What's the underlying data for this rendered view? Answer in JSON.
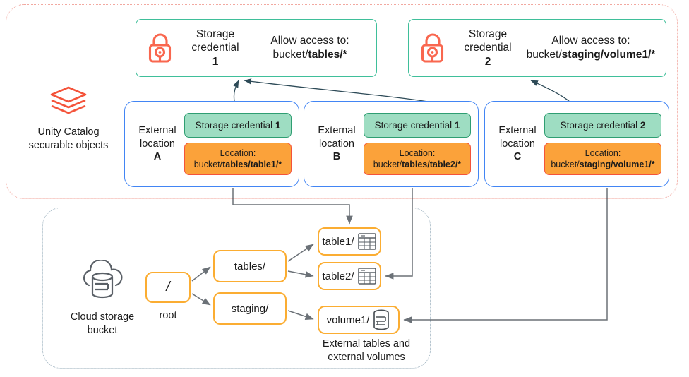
{
  "regions": {
    "unity_catalog": {
      "legend_label": "Unity Catalog\nsecurable objects",
      "legend_line1": "Unity Catalog",
      "legend_line2": "securable objects",
      "icon": "layers-stack-icon",
      "border_color": "#f2a8a0"
    },
    "cloud_bucket": {
      "legend_line1": "Cloud storage",
      "legend_line2": "bucket",
      "icon": "cloud-storage-icon",
      "border_color": "#9fb3c0"
    }
  },
  "storage_credentials": [
    {
      "icon": "open-padlock-icon",
      "title_line1": "Storage",
      "title_line2": "credential",
      "number": "1",
      "access_line1": "Allow access to:",
      "access_prefix": "bucket/",
      "access_bold": "tables/*",
      "border_color": "#3fbf9a"
    },
    {
      "icon": "open-padlock-icon",
      "title_line1": "Storage",
      "title_line2": "credential",
      "number": "2",
      "access_line1": "Allow access to:",
      "access_prefix": "bucket/",
      "access_bold": "staging/volume1/*",
      "border_color": "#3fbf9a"
    }
  ],
  "external_locations": [
    {
      "label_line1": "External",
      "label_line2": "location",
      "name": "A",
      "credential_prefix": "Storage credential ",
      "credential_number": "1",
      "location_label": "Location:",
      "location_prefix": "bucket/",
      "location_bold": "tables/table1/*",
      "border_color": "#4285f4",
      "credential_fill": "#9eddc2",
      "location_fill": "#fba23a"
    },
    {
      "label_line1": "External",
      "label_line2": "location",
      "name": "B",
      "credential_prefix": "Storage credential ",
      "credential_number": "1",
      "location_label": "Location:",
      "location_prefix": "bucket/",
      "location_bold": "tables/table2/*",
      "border_color": "#4285f4",
      "credential_fill": "#9eddc2",
      "location_fill": "#fba23a"
    },
    {
      "label_line1": "External",
      "label_line2": "location",
      "name": "C",
      "credential_prefix": "Storage credential ",
      "credential_number": "2",
      "location_label": "Location:",
      "location_prefix": "bucket/",
      "location_bold": "staging/volume1/*",
      "border_color": "#4285f4",
      "credential_fill": "#9eddc2",
      "location_fill": "#fba23a"
    }
  ],
  "bucket_tree": {
    "root": {
      "label": "/",
      "caption": "root"
    },
    "folders": [
      {
        "label": "tables/"
      },
      {
        "label": "staging/"
      }
    ],
    "leaves": [
      {
        "label": "table1/",
        "icon": "table-grid-icon"
      },
      {
        "label": "table2/",
        "icon": "table-grid-icon"
      },
      {
        "label": "volume1/",
        "icon": "database-cylinder-icon"
      }
    ],
    "leaf_caption_line1": "External tables and",
    "leaf_caption_line2": "external volumes",
    "node_border_color": "#fbad32"
  }
}
